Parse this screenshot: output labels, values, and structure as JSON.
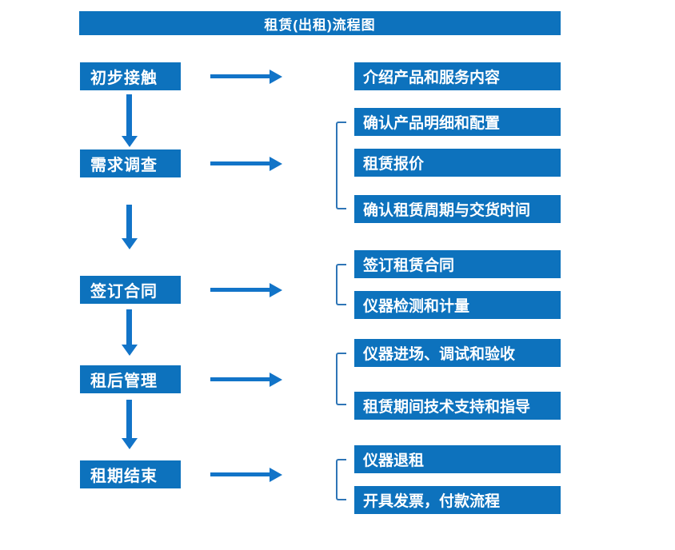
{
  "title": "租赁(出租)流程图",
  "colors": {
    "box_blue": "#0d72bd",
    "arrow_blue": "#1274c8",
    "bracket_blue": "#2e75b6",
    "text_white": "#ffffff"
  },
  "steps": [
    {
      "label": "初步接触"
    },
    {
      "label": "需求调查"
    },
    {
      "label": "签订合同"
    },
    {
      "label": "租后管理"
    },
    {
      "label": "租期结束"
    }
  ],
  "details": [
    {
      "items": [
        "介绍产品和服务内容"
      ]
    },
    {
      "items": [
        "确认产品明细和配置",
        "租赁报价",
        "确认租赁周期与交货时间"
      ]
    },
    {
      "items": [
        "签订租赁合同",
        "仪器检测和计量"
      ]
    },
    {
      "items": [
        "仪器进场、调试和验收",
        "租赁期间技术支持和指导"
      ]
    },
    {
      "items": [
        "仪器退租",
        "开具发票，付款流程"
      ]
    }
  ]
}
